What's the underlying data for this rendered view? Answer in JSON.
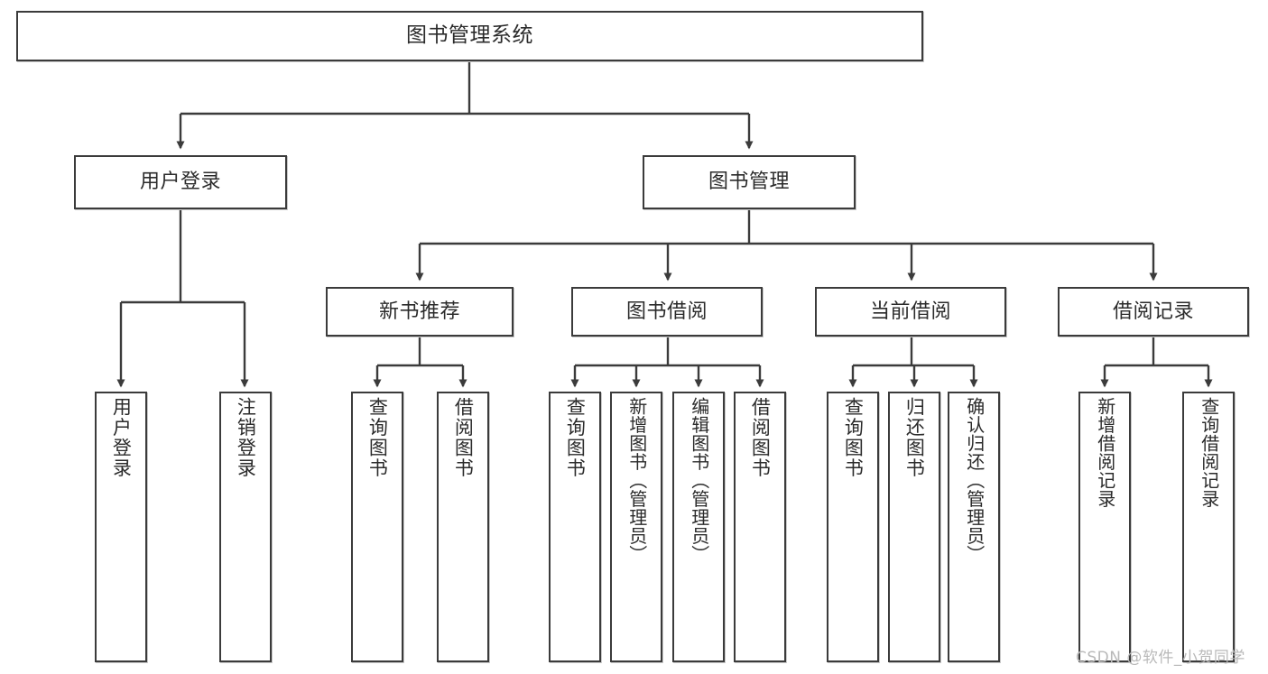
{
  "diagram": {
    "title": "图书管理系统",
    "type": "功能结构图",
    "colors": {
      "box_border": "#3b3b3b",
      "box_fill": "#ffffff",
      "connector": "#3b3b3b",
      "text": "#2b2b2b",
      "watermark": "#b9b9b9",
      "background": "#ffffff"
    },
    "root": {
      "label": "图书管理系统"
    },
    "level2": [
      {
        "label": "用户登录"
      },
      {
        "label": "图书管理"
      }
    ],
    "level3": [
      {
        "label": "新书推荐"
      },
      {
        "label": "图书借阅"
      },
      {
        "label": "当前借阅"
      },
      {
        "label": "借阅记录"
      }
    ],
    "leaves": {
      "user_login": [
        {
          "label": "用户登录"
        },
        {
          "label": "注销登录"
        }
      ],
      "new_book_recommend": [
        {
          "label": "查询图书"
        },
        {
          "label": "借阅图书"
        }
      ],
      "book_borrow": [
        {
          "label": "查询图书"
        },
        {
          "label": "新增图书（管理员）"
        },
        {
          "label": "编辑图书（管理员）"
        },
        {
          "label": "借阅图书"
        }
      ],
      "current_borrow": [
        {
          "label": "查询图书"
        },
        {
          "label": "归还图书"
        },
        {
          "label": "确认归还（管理员）"
        }
      ],
      "borrow_records": [
        {
          "label": "新增借阅记录"
        },
        {
          "label": "查询借阅记录"
        }
      ]
    },
    "watermark": "CSDN @软件_小贺同学"
  }
}
